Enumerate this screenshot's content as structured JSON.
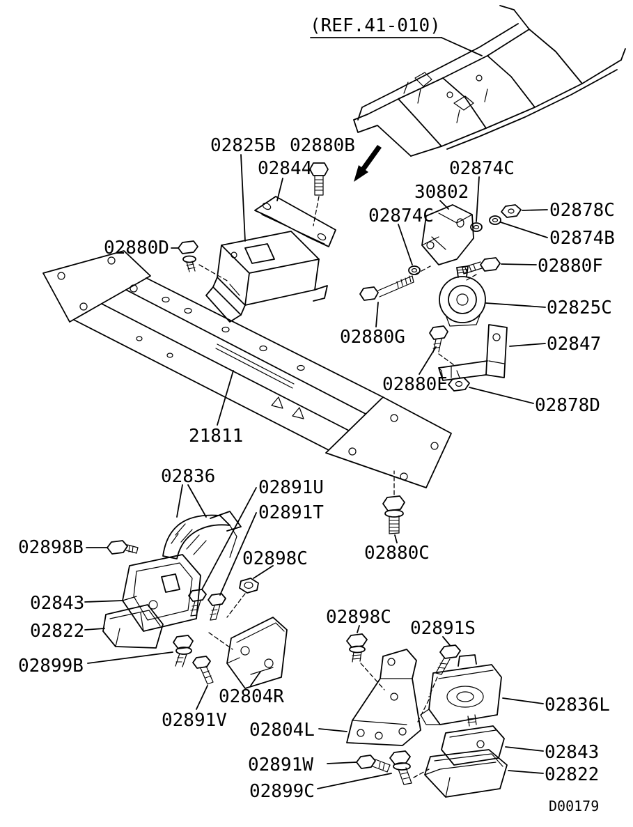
{
  "page": {
    "background_color": "#ffffff",
    "line_color": "#000000"
  },
  "ref_callout": "(REF.41-010)",
  "drawing_code": "D00179",
  "part_labels": [
    "02825B",
    "02880B",
    "02844",
    "02874C",
    "30802",
    "02878C",
    "02874C",
    "02874B",
    "02880D",
    "02880F",
    "02825C",
    "02880G",
    "02847",
    "02880E",
    "02878D",
    "21811",
    "02836",
    "02891U",
    "02891T",
    "02898B",
    "02898C",
    "02880C",
    "02843",
    "02822",
    "02899B",
    "02898C",
    "02891S",
    "02804R",
    "02891V",
    "02804L",
    "02836L",
    "02891W",
    "02843",
    "02899C",
    "02822"
  ]
}
